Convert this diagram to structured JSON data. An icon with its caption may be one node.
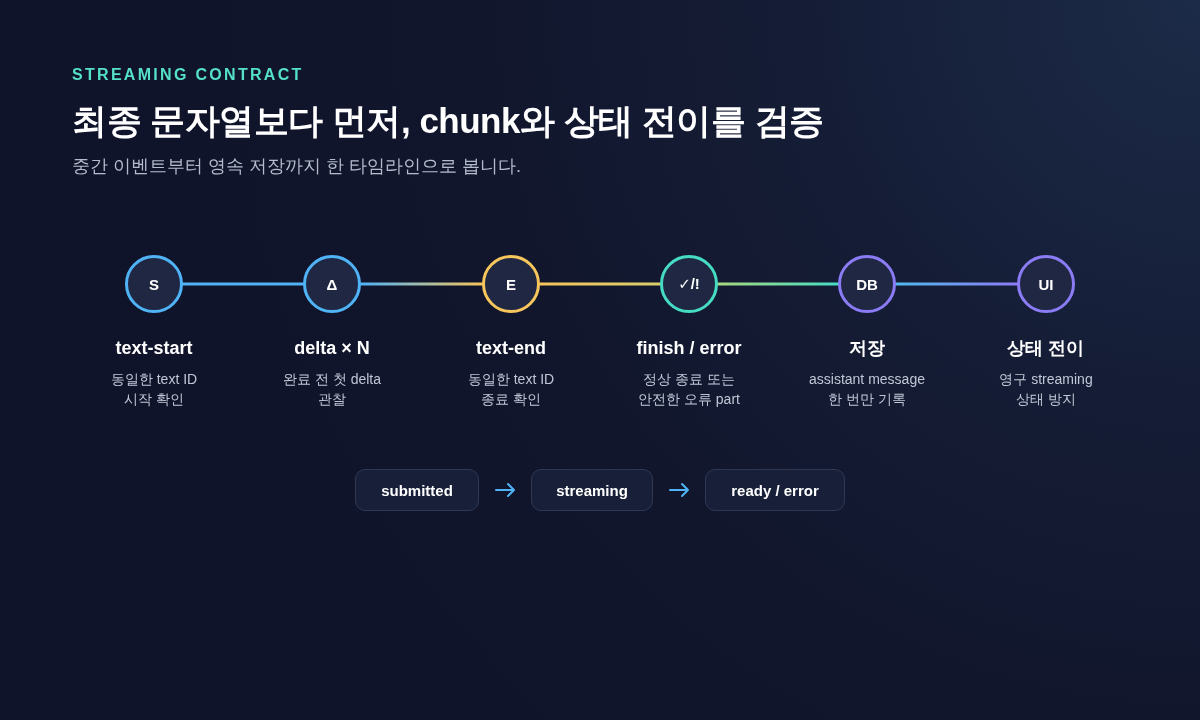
{
  "diagram": {
    "title": "최종 문자열보다 먼저, chunk와 상태 전이를 검증",
    "nodes": [
      {
        "text": [
          "S"
        ],
        "beside": [
          "text-start",
          "동일한 text ID 시작 확인"
        ]
      },
      {
        "text": [
          "Δ"
        ],
        "beside": [
          "delta × N",
          "완료 전 첫 delta 관찰"
        ]
      },
      {
        "text": [
          "E"
        ],
        "beside": [
          "text-end",
          "동일한 text ID 종료 확인"
        ]
      },
      {
        "text": [
          "✓/!"
        ],
        "beside": [
          "finish / error",
          "정상 종료 또는 안전한 오류 part"
        ]
      },
      {
        "text": [
          "DB"
        ],
        "beside": [
          "저장",
          "assistant message 한 번만 기록"
        ]
      },
      {
        "text": [
          "UI"
        ],
        "beside": [
          "상태 전이",
          "영구 streaming 상태 방지"
        ]
      },
      {
        "text": [
          "submitted"
        ]
      },
      {
        "text": [
          "streaming"
        ]
      },
      {
        "text": [
          "ready / error"
        ]
      }
    ],
    "edges": [
      {
        "from": 0,
        "to": 1,
        "arrow": "none"
      },
      {
        "from": 1,
        "to": 2,
        "arrow": "none"
      },
      {
        "from": 2,
        "to": 3,
        "arrow": "none"
      },
      {
        "from": 3,
        "to": 4,
        "arrow": "none"
      },
      {
        "from": 4,
        "to": 5,
        "arrow": "none"
      },
      {
        "from": 6,
        "to": 7,
        "arrow": "to",
        "color": "#4fb3f6"
      },
      {
        "from": 7,
        "to": 8,
        "arrow": "to",
        "color": "#4fb3f6"
      }
    ],
    "labels": [
      "STREAMING CONTRACT",
      "중간 이벤트부터 영속 저장까지 한 타임라인으로 봅니다."
    ]
  }
}
